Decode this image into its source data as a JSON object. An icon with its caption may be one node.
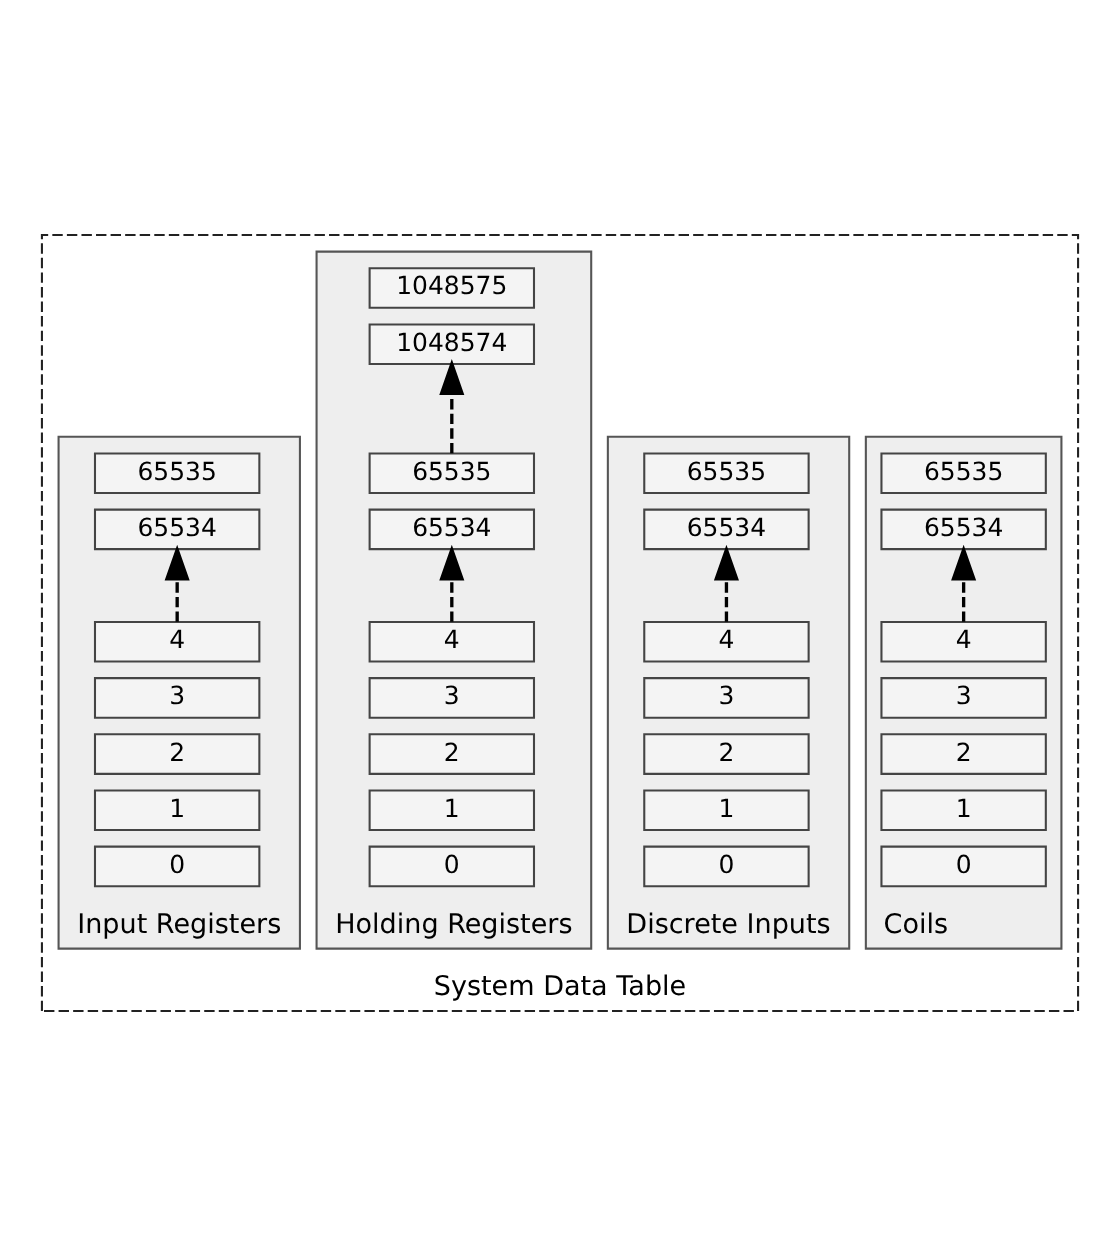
{
  "diagram": {
    "nodes": [
      {
        "text": [
          "System Data Table"
        ]
      },
      {
        "text": [
          "Coils"
        ],
        "in": 0
      },
      {
        "text": [
          "65535"
        ],
        "in": 1
      },
      {
        "text": [
          "65534"
        ],
        "in": 1
      },
      {
        "text": [
          "4"
        ],
        "in": 1
      },
      {
        "text": [
          "3"
        ],
        "in": 1
      },
      {
        "text": [
          "2"
        ],
        "in": 1
      },
      {
        "text": [
          "1"
        ],
        "in": 1
      },
      {
        "text": [
          "0"
        ],
        "in": 1
      },
      {
        "text": [
          "Discrete Inputs"
        ],
        "in": 0
      },
      {
        "text": [
          "65535"
        ],
        "in": 9
      },
      {
        "text": [
          "65534"
        ],
        "in": 9
      },
      {
        "text": [
          "4"
        ],
        "in": 9
      },
      {
        "text": [
          "3"
        ],
        "in": 9
      },
      {
        "text": [
          "2"
        ],
        "in": 9
      },
      {
        "text": [
          "1"
        ],
        "in": 9
      },
      {
        "text": [
          "0"
        ],
        "in": 9
      },
      {
        "text": [
          "Holding Registers"
        ],
        "in": 0
      },
      {
        "text": [
          "1048575"
        ],
        "in": 17
      },
      {
        "text": [
          "1048574"
        ],
        "in": 17
      },
      {
        "text": [
          "65535"
        ],
        "in": 17
      },
      {
        "text": [
          "65534"
        ],
        "in": 17
      },
      {
        "text": [
          "4"
        ],
        "in": 17
      },
      {
        "text": [
          "3"
        ],
        "in": 17
      },
      {
        "text": [
          "2"
        ],
        "in": 17
      },
      {
        "text": [
          "1"
        ],
        "in": 17
      },
      {
        "text": [
          "0"
        ],
        "in": 17
      },
      {
        "text": [
          "Input Registers"
        ],
        "in": 0
      },
      {
        "text": [
          "65535"
        ],
        "in": 27
      },
      {
        "text": [
          "65534"
        ],
        "in": 27
      },
      {
        "text": [
          "4"
        ],
        "in": 27
      },
      {
        "text": [
          "3"
        ],
        "in": 27
      },
      {
        "text": [
          "2"
        ],
        "in": 27
      },
      {
        "text": [
          "1"
        ],
        "in": 27
      },
      {
        "text": [
          "0"
        ],
        "in": 27
      }
    ],
    "edges": [
      {
        "from": 4,
        "to": 3,
        "arrow": "to",
        "style": "dashed"
      },
      {
        "from": 12,
        "to": 11,
        "arrow": "to",
        "style": "dashed"
      },
      {
        "from": 20,
        "to": 19,
        "arrow": "to",
        "style": "dashed"
      },
      {
        "from": 22,
        "to": 21,
        "arrow": "to",
        "style": "dashed"
      },
      {
        "from": 30,
        "to": 29,
        "arrow": "to",
        "style": "dashed"
      }
    ]
  }
}
